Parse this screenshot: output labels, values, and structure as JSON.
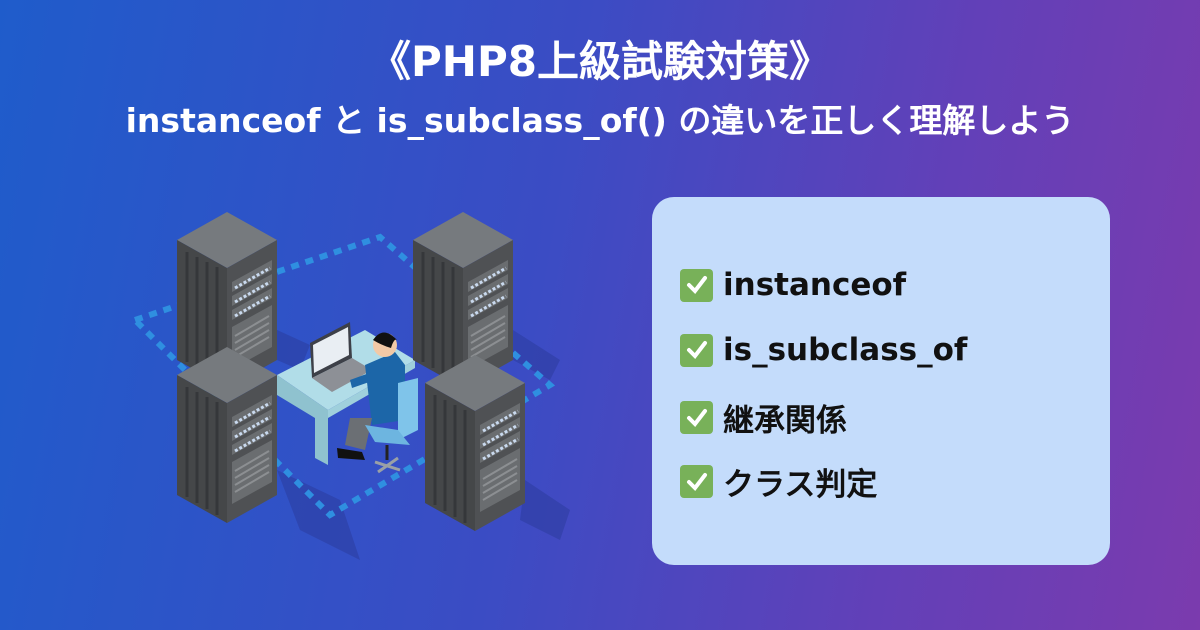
{
  "header": {
    "title": "《PHP8上級試験対策》",
    "subtitle": "instanceof と is_subclass_of() の違いを正しく理解しよう"
  },
  "checklist": {
    "icon": "check-mark-icon",
    "check_color": "#78b159",
    "items": [
      {
        "label": "instanceof"
      },
      {
        "label": "is_subclass_of"
      },
      {
        "label": "継承関係"
      },
      {
        "label": "クラス判定"
      }
    ]
  }
}
